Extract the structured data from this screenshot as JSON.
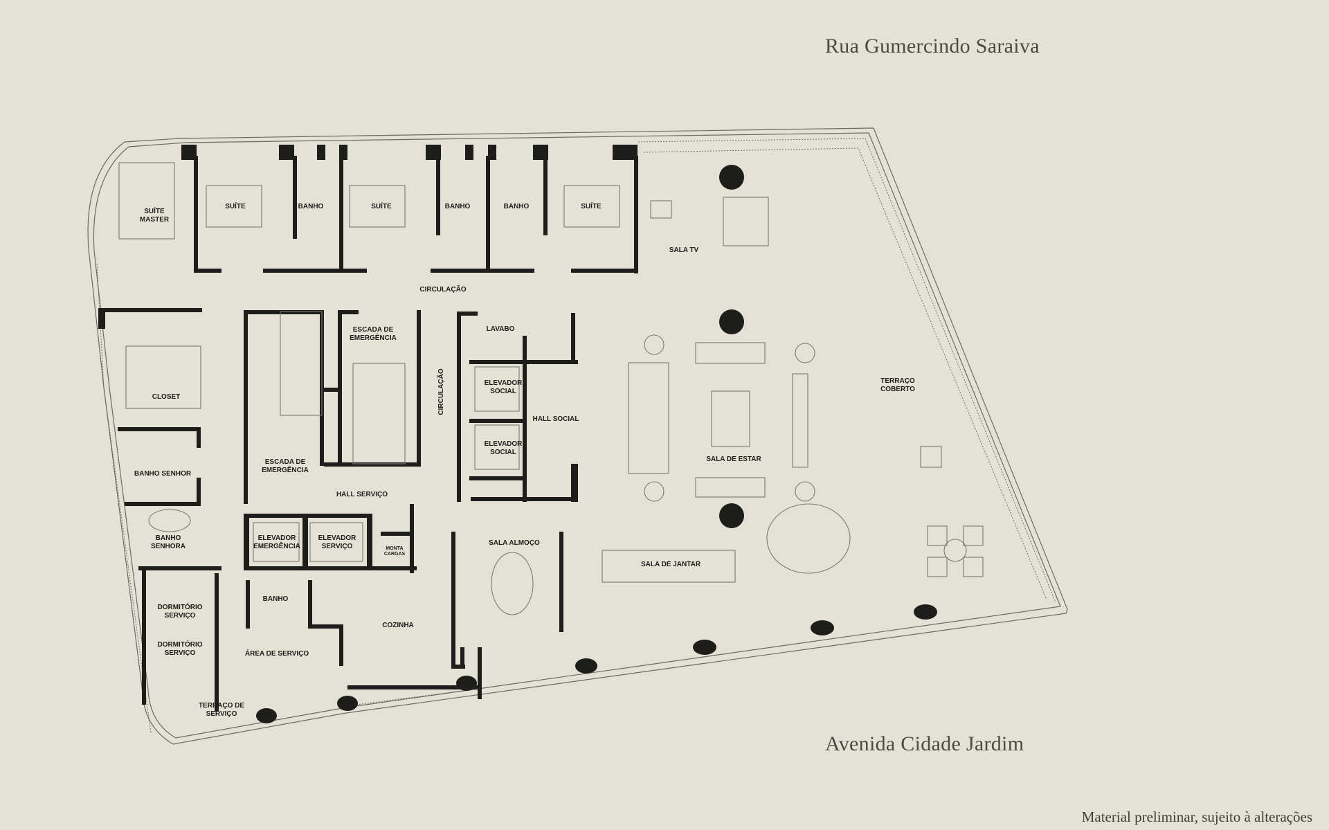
{
  "streets": {
    "top": "Rua Gumercindo Saraiva",
    "bottom": "Avenida Cidade Jardim"
  },
  "disclaimer": "Material preliminar, sujeito à alterações",
  "rooms": {
    "suite_master": [
      "SUÍTE",
      "MASTER"
    ],
    "suite_1": "SUÍTE",
    "banho_1": "BANHO",
    "suite_2": "SUÍTE",
    "banho_2": "BANHO",
    "banho_3": "BANHO",
    "suite_3": "SUÍTE",
    "sala_tv": "SALA TV",
    "circulacao_h": "CIRCULAÇÃO",
    "escada_emergencia_top": [
      "ESCADA DE",
      "EMERGÊNCIA"
    ],
    "lavabo": "LAVABO",
    "closet": "CLOSET",
    "circulacao_v": "CIRCULAÇÃO",
    "elevador_social_1": [
      "ELEVADOR",
      "SOCIAL"
    ],
    "elevador_social_2": [
      "ELEVADOR",
      "SOCIAL"
    ],
    "hall_social": "HALL SOCIAL",
    "terraco_coberto": [
      "TERRAÇO",
      "COBERTO"
    ],
    "banho_senhor": "BANHO SENHOR",
    "escada_emergencia_mid": [
      "ESCADA DE",
      "EMERGÊNCIA"
    ],
    "sala_de_estar": "SALA DE ESTAR",
    "hall_servico": "HALL SERVIÇO",
    "banho_senhora": [
      "BANHO",
      "SENHORA"
    ],
    "elevador_emergencia": [
      "ELEVADOR",
      "EMERGÊNCIA"
    ],
    "elevador_servico": [
      "ELEVADOR",
      "SERVIÇO"
    ],
    "monta_cargas": [
      "MONTA",
      "CARGAS"
    ],
    "sala_almoco": "SALA ALMOÇO",
    "sala_de_jantar": "SALA DE JANTAR",
    "banho_servico": "BANHO",
    "dormitorio_servico_1": [
      "DORMITÓRIO",
      "SERVIÇO"
    ],
    "cozinha": "COZINHA",
    "dormitorio_servico_2": [
      "DORMITÓRIO",
      "SERVIÇO"
    ],
    "area_de_servico": "ÁREA DE SERVIÇO",
    "terraco_de_servico": [
      "TERRAÇO DE",
      "SERVIÇO"
    ]
  },
  "colors": {
    "background": "#e3e2d4",
    "wall": "#1d1d1b",
    "label": "#1d1d1b",
    "street_text": "#4a4a44"
  }
}
